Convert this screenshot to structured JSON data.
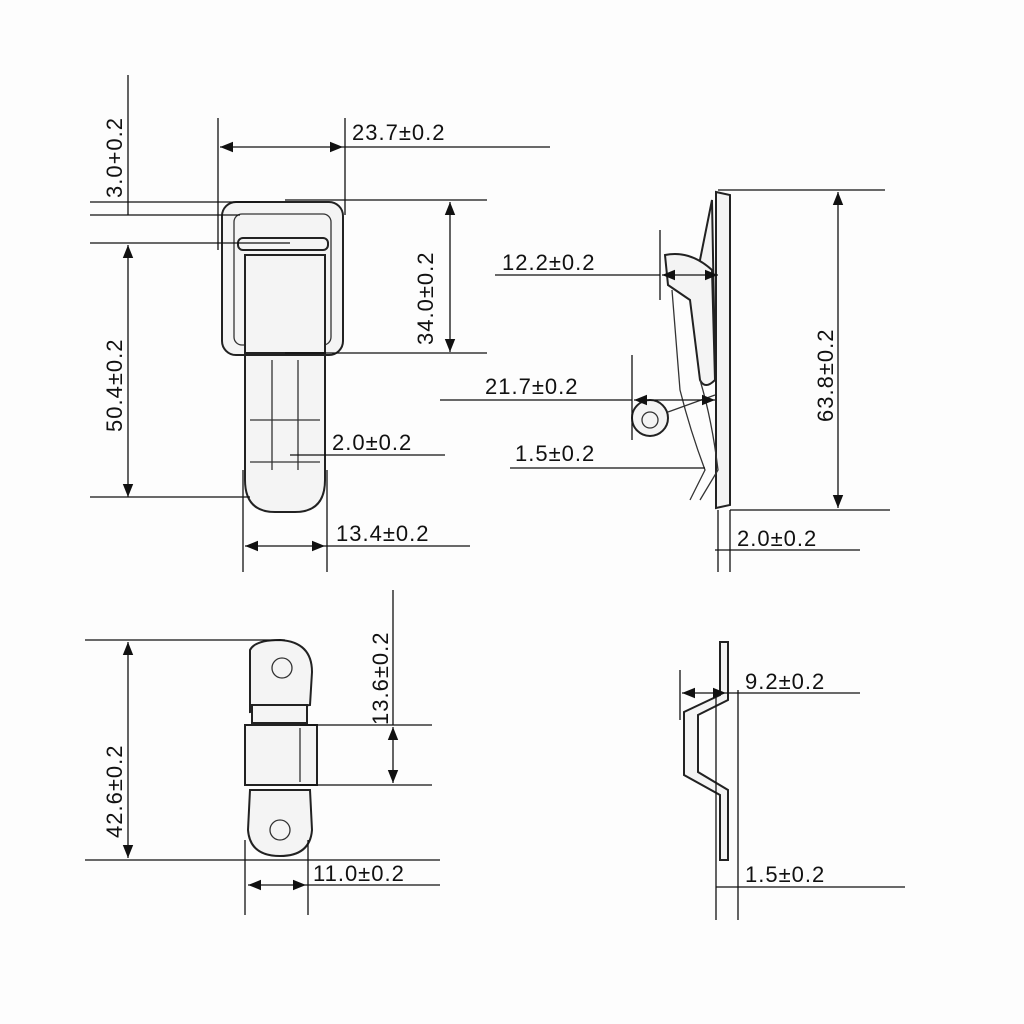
{
  "dimensions": {
    "front_view": {
      "top_offset": "3.0+0.2",
      "frame_width": "23.7±0.2",
      "frame_height": "34.0±0.2",
      "overall_height": "50.4±0.2",
      "thickness": "2.0±0.2",
      "tongue_width": "13.4±0.2"
    },
    "side_view": {
      "spring_depth": "12.2±0.2",
      "loop_depth": "21.7±0.2",
      "wire": "1.5±0.2",
      "overall_height": "63.8±0.2",
      "plate_thickness": "2.0±0.2"
    },
    "keeper_front_view": {
      "middle_height": "13.6±0.2",
      "overall_height": "42.6±0.2",
      "width": "11.0±0.2"
    },
    "keeper_side_view": {
      "offset": "9.2±0.2",
      "thickness": "1.5±0.2"
    }
  }
}
